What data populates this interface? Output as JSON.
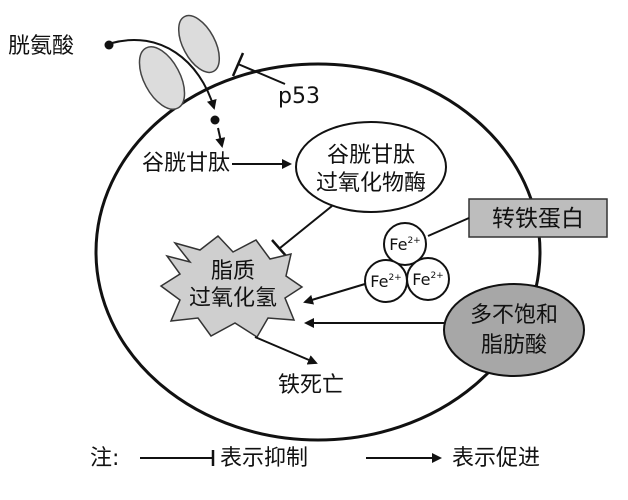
{
  "labels": {
    "cystine": "胱氨酸",
    "p53": "p53",
    "glutathione": "谷胱甘肽",
    "gpx_line1": "谷胱甘肽",
    "gpx_line2": "过氧化物酶",
    "lipid_line1": "脂质",
    "lipid_line2": "过氧化氢",
    "transferrin": "转铁蛋白",
    "pufa_line1": "多不饱",
    "pufa_line2": "和",
    "pufa_line3": "脂肪酸",
    "ferroptosis": "铁死亡",
    "fe_main": "Fe",
    "fe_sup": "2+"
  },
  "legend": {
    "prefix": "注:",
    "inhibit": "表示抑制",
    "promote": "表示促进"
  },
  "colors": {
    "stroke": "#111111",
    "transporter_fill": "#dcdcdc",
    "transferrin_fill": "#bdbdbd",
    "pufa_fill": "#a7a7a7",
    "lipid_fill": "#cfcfcf",
    "iron_fill": "#ffffff"
  }
}
